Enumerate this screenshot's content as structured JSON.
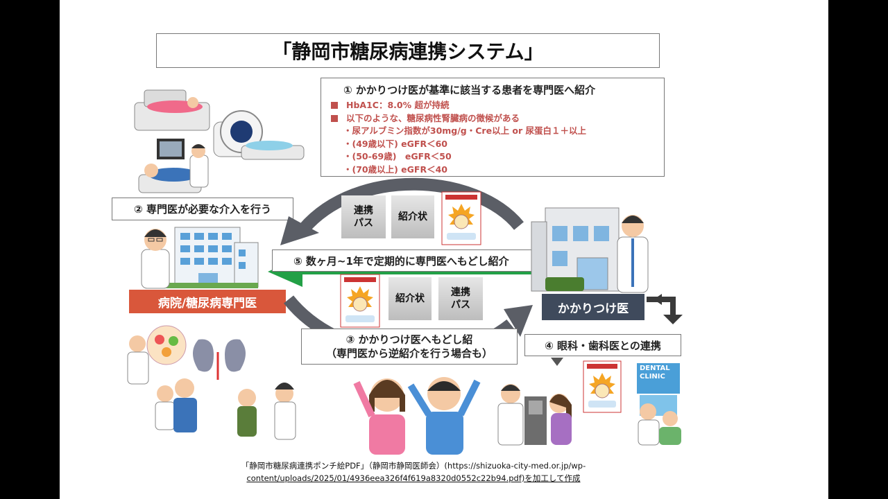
{
  "title": "「静岡市糖尿病連携システム」",
  "criteria": {
    "heading": "① かかりつけ医が基準に該当する患者を専門医へ紹介",
    "items": [
      "HbA1C：8.0% 超が持続",
      "以下のような、糖尿病性腎臓病の徴候がある"
    ],
    "sub_items": [
      "・尿アルブミン指数が30mg/g・Cre以上 or 尿蛋白１＋以上",
      "・(49歳以下) eGFR＜60",
      "・(50-69歳)　eGFR＜50",
      "・(70歳以上) eGFR＜40"
    ]
  },
  "steps": {
    "step2": "② 専門医が必要な介入を行う",
    "step5": "⑤ 数ヶ月~1年で定期的に専門医へもどし紹介",
    "step3_line1": "③ かかりつけ医へもどし紹",
    "step3_line2": "（専門医から逆紹介を行う場合も）",
    "step4": "④ 眼科・歯科医との連携"
  },
  "actors": {
    "hospital": "病院/糖尿病専門医",
    "clinic": "かかりつけ医",
    "dental_sign": "DENTAL CLINIC"
  },
  "documents": {
    "renkei_path": "連携パス",
    "shokaijo": "紹介状"
  },
  "credit": {
    "line1": "「静岡市糖尿病連携ポンチ絵PDF」（静岡市静岡医師会）(https://shizuoka-city-med.or.jp/wp-",
    "line2": "content/uploads/2025/01/4936eea326f4f619a8320d0552c22b94.pdf)を加工して作成"
  },
  "colors": {
    "accent_red": "#c0504d",
    "hospital_tag": "#d9573b",
    "clinic_tag": "#3f4a5c",
    "arrow_gray": "#5b5e66",
    "arrow_green": "#22a046"
  }
}
